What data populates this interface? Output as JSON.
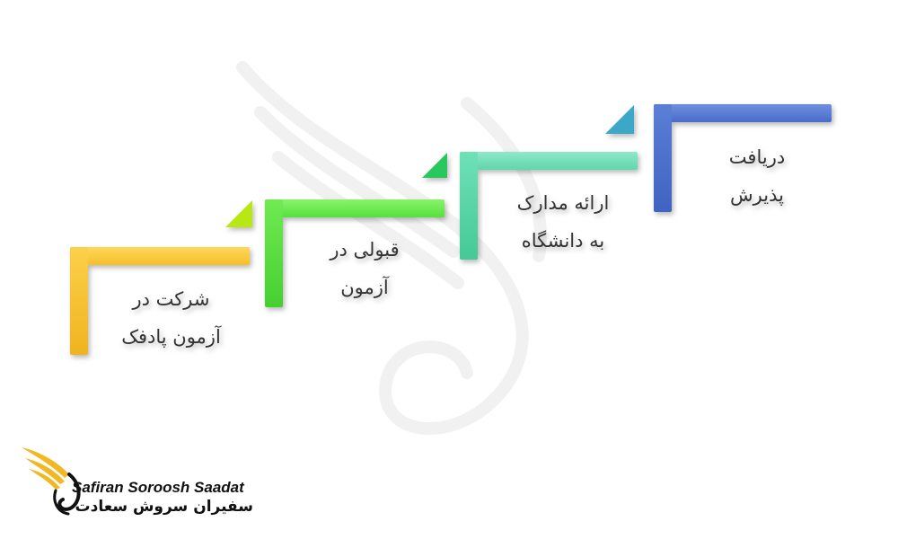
{
  "steps": [
    {
      "line1": "دریافت",
      "line2": "پذیرش",
      "color": "#4a6cc9",
      "tab_color": "#3aa8c6"
    },
    {
      "line1": "ارائه مدارک",
      "line2": "به دانشگاه",
      "color": "#5fd6ac",
      "tab_color": "#29c85e"
    },
    {
      "line1": "قبولی در",
      "line2": "آزمون",
      "color": "#56e03e",
      "tab_color": "#b8e812"
    },
    {
      "line1": "شرکت در",
      "line2": "آزمون پادفک",
      "color": "#f6bf2a"
    }
  ],
  "logo": {
    "name_en": "Safiran Soroosh Saadat",
    "name_fa": "سفیران سروش سعادت",
    "icon": "golden-wing-swan-icon"
  },
  "watermark": {
    "icon": "wing-swan-watermark-icon"
  }
}
